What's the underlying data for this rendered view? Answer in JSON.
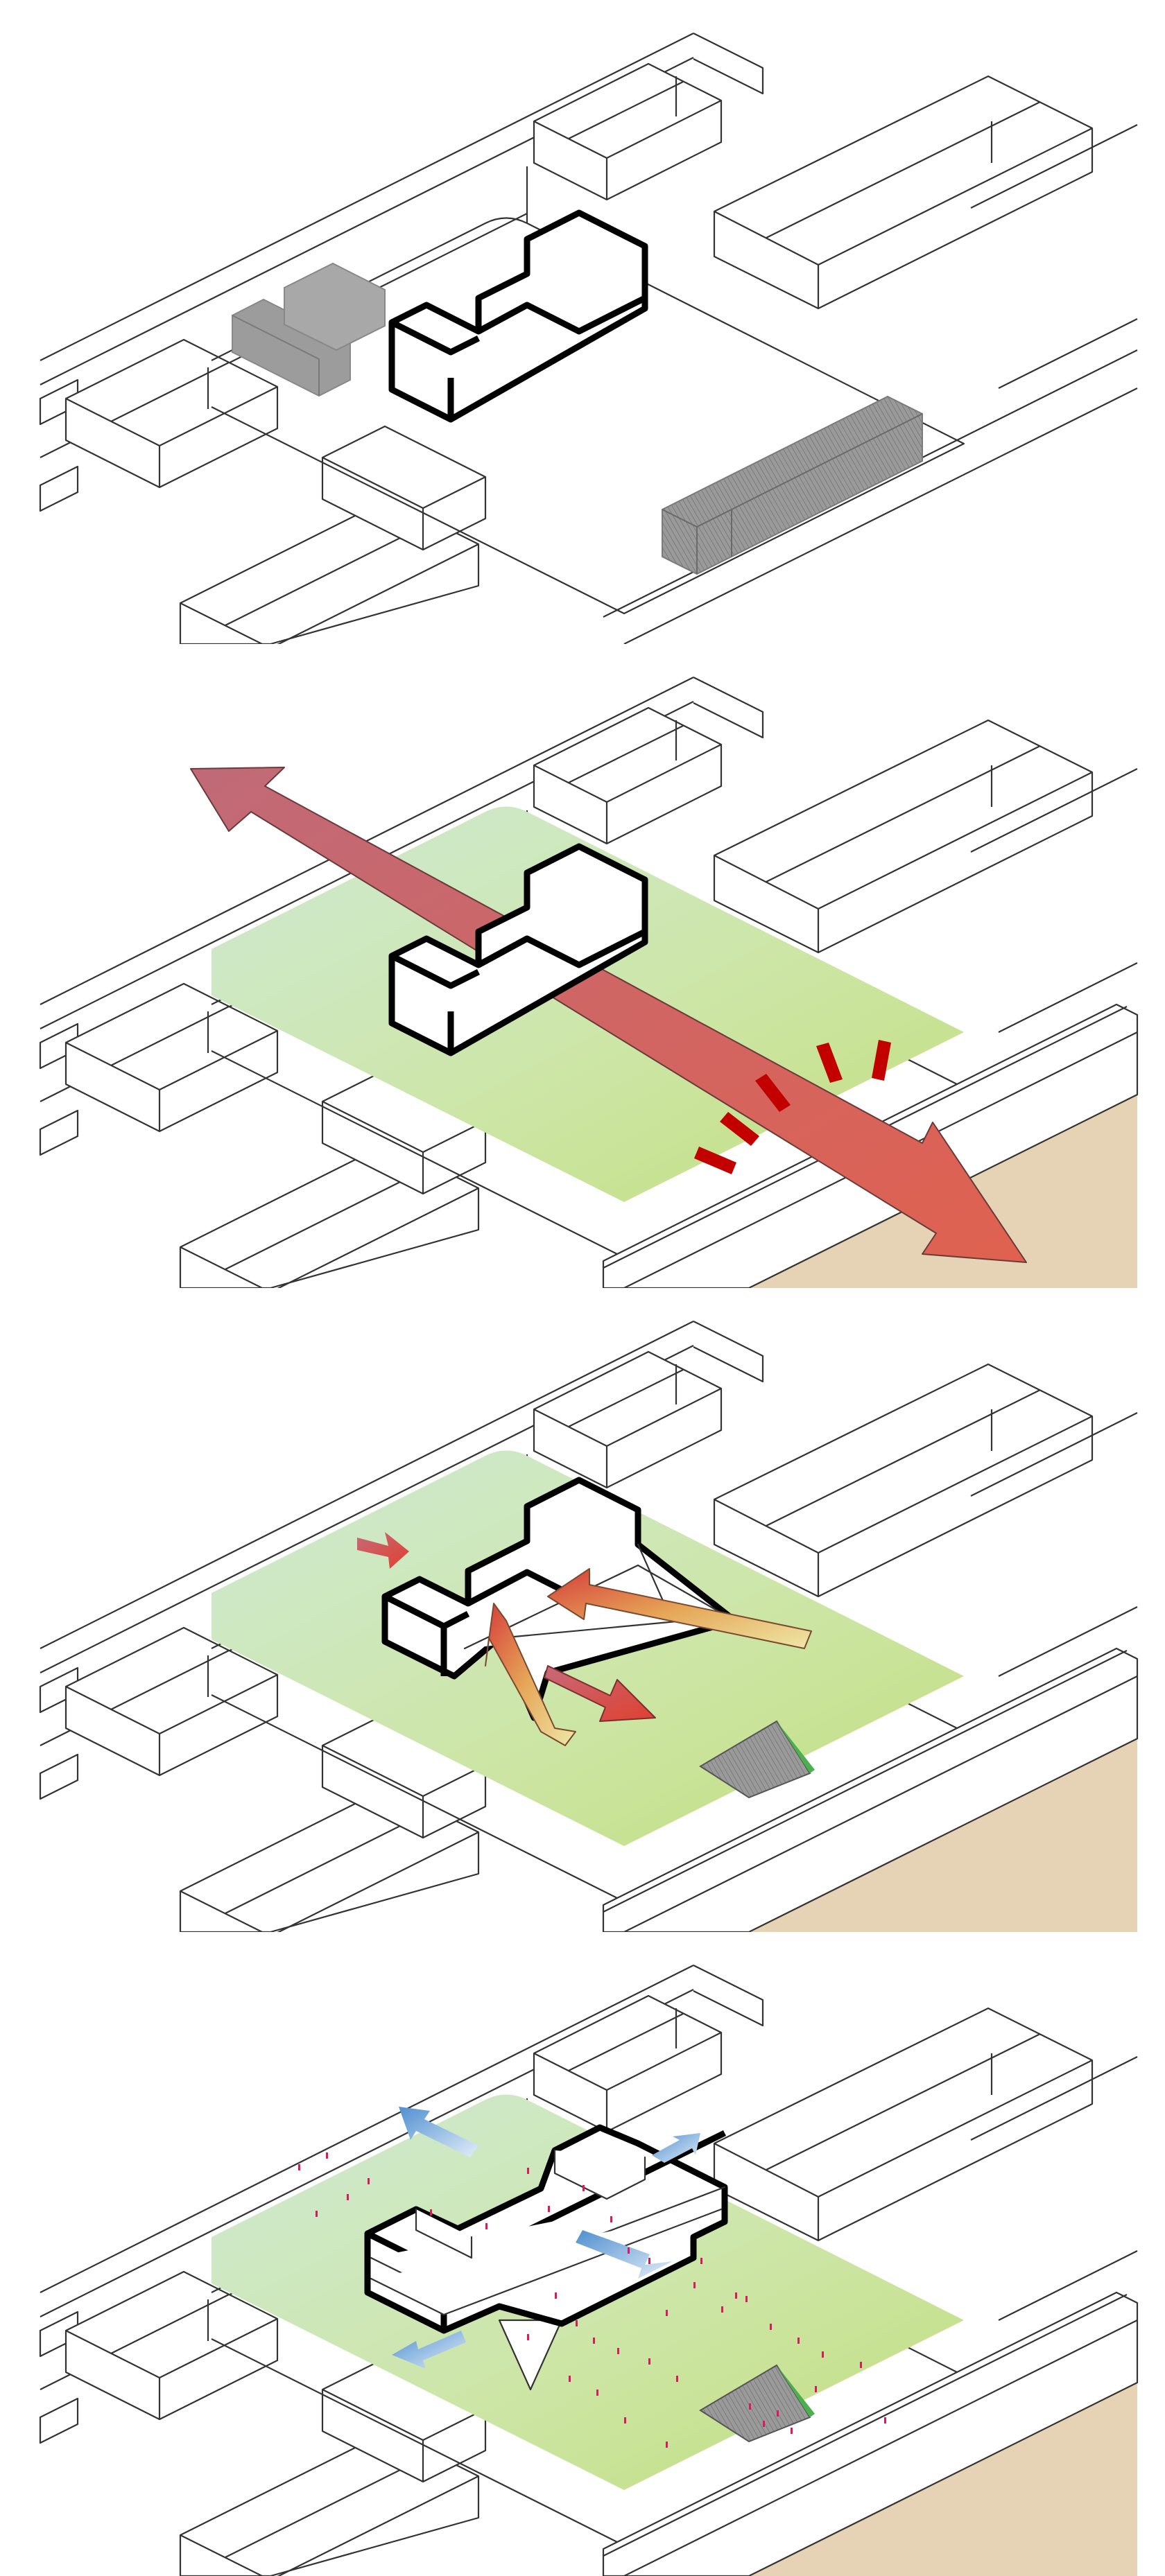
{
  "diagram": {
    "panels": [
      {
        "step": 1,
        "elements": [
          "site-context",
          "existing-sheds",
          "proposed-massing"
        ]
      },
      {
        "step": 2,
        "elements": [
          "site-context",
          "green-field",
          "axis-arrow",
          "noise-marks",
          "road-embankment",
          "sand-area",
          "proposed-massing"
        ]
      },
      {
        "step": 3,
        "elements": [
          "site-context",
          "green-field",
          "folded-volume",
          "flow-arrows",
          "sloped-plane",
          "road-embankment",
          "sand-area"
        ]
      },
      {
        "step": 4,
        "elements": [
          "site-context",
          "green-field",
          "layered-building",
          "view-arrows",
          "people-dots",
          "sloped-plane",
          "road-embankment",
          "sand-area"
        ]
      }
    ],
    "colors": {
      "outline": "#333333",
      "bold_outline": "#000000",
      "existing_shed": "#9e9e9e",
      "green_light": "#c8e6cc",
      "green_yellow": "#c6df86",
      "axis_arrow": "#c0676f",
      "noise_red": "#c40000",
      "flow_red": "#d64545",
      "flow_orange": "#e8a04a",
      "flow_yellow": "#e8e4a0",
      "view_blue": "#5b9bd5",
      "view_blue_light": "#d6e8f7",
      "people": "#d81b60",
      "sand": "#e6d2b5"
    }
  }
}
